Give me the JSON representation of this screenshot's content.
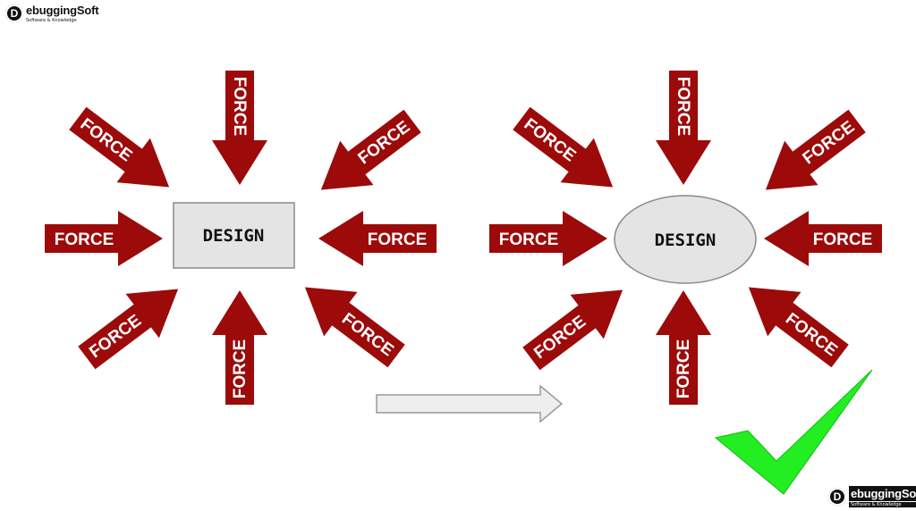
{
  "arrow_label": "FORCE",
  "left_shape_label": "DESIGN",
  "right_shape_label": "DESIGN",
  "logo": {
    "mark": "D",
    "name": "ebuggingSoft",
    "tagline": "Software & Knowledge"
  },
  "colors": {
    "force_arrow": "#9c0a0a",
    "force_arrow_edge": "#6e0000",
    "shape_fill": "#e4e4e4",
    "shape_stroke": "#8a8a8a",
    "transition_arrow": "#eeeeee",
    "check": "#22ee22"
  },
  "icons": {
    "check": "check-mark-icon",
    "transition": "right-arrow-icon"
  }
}
